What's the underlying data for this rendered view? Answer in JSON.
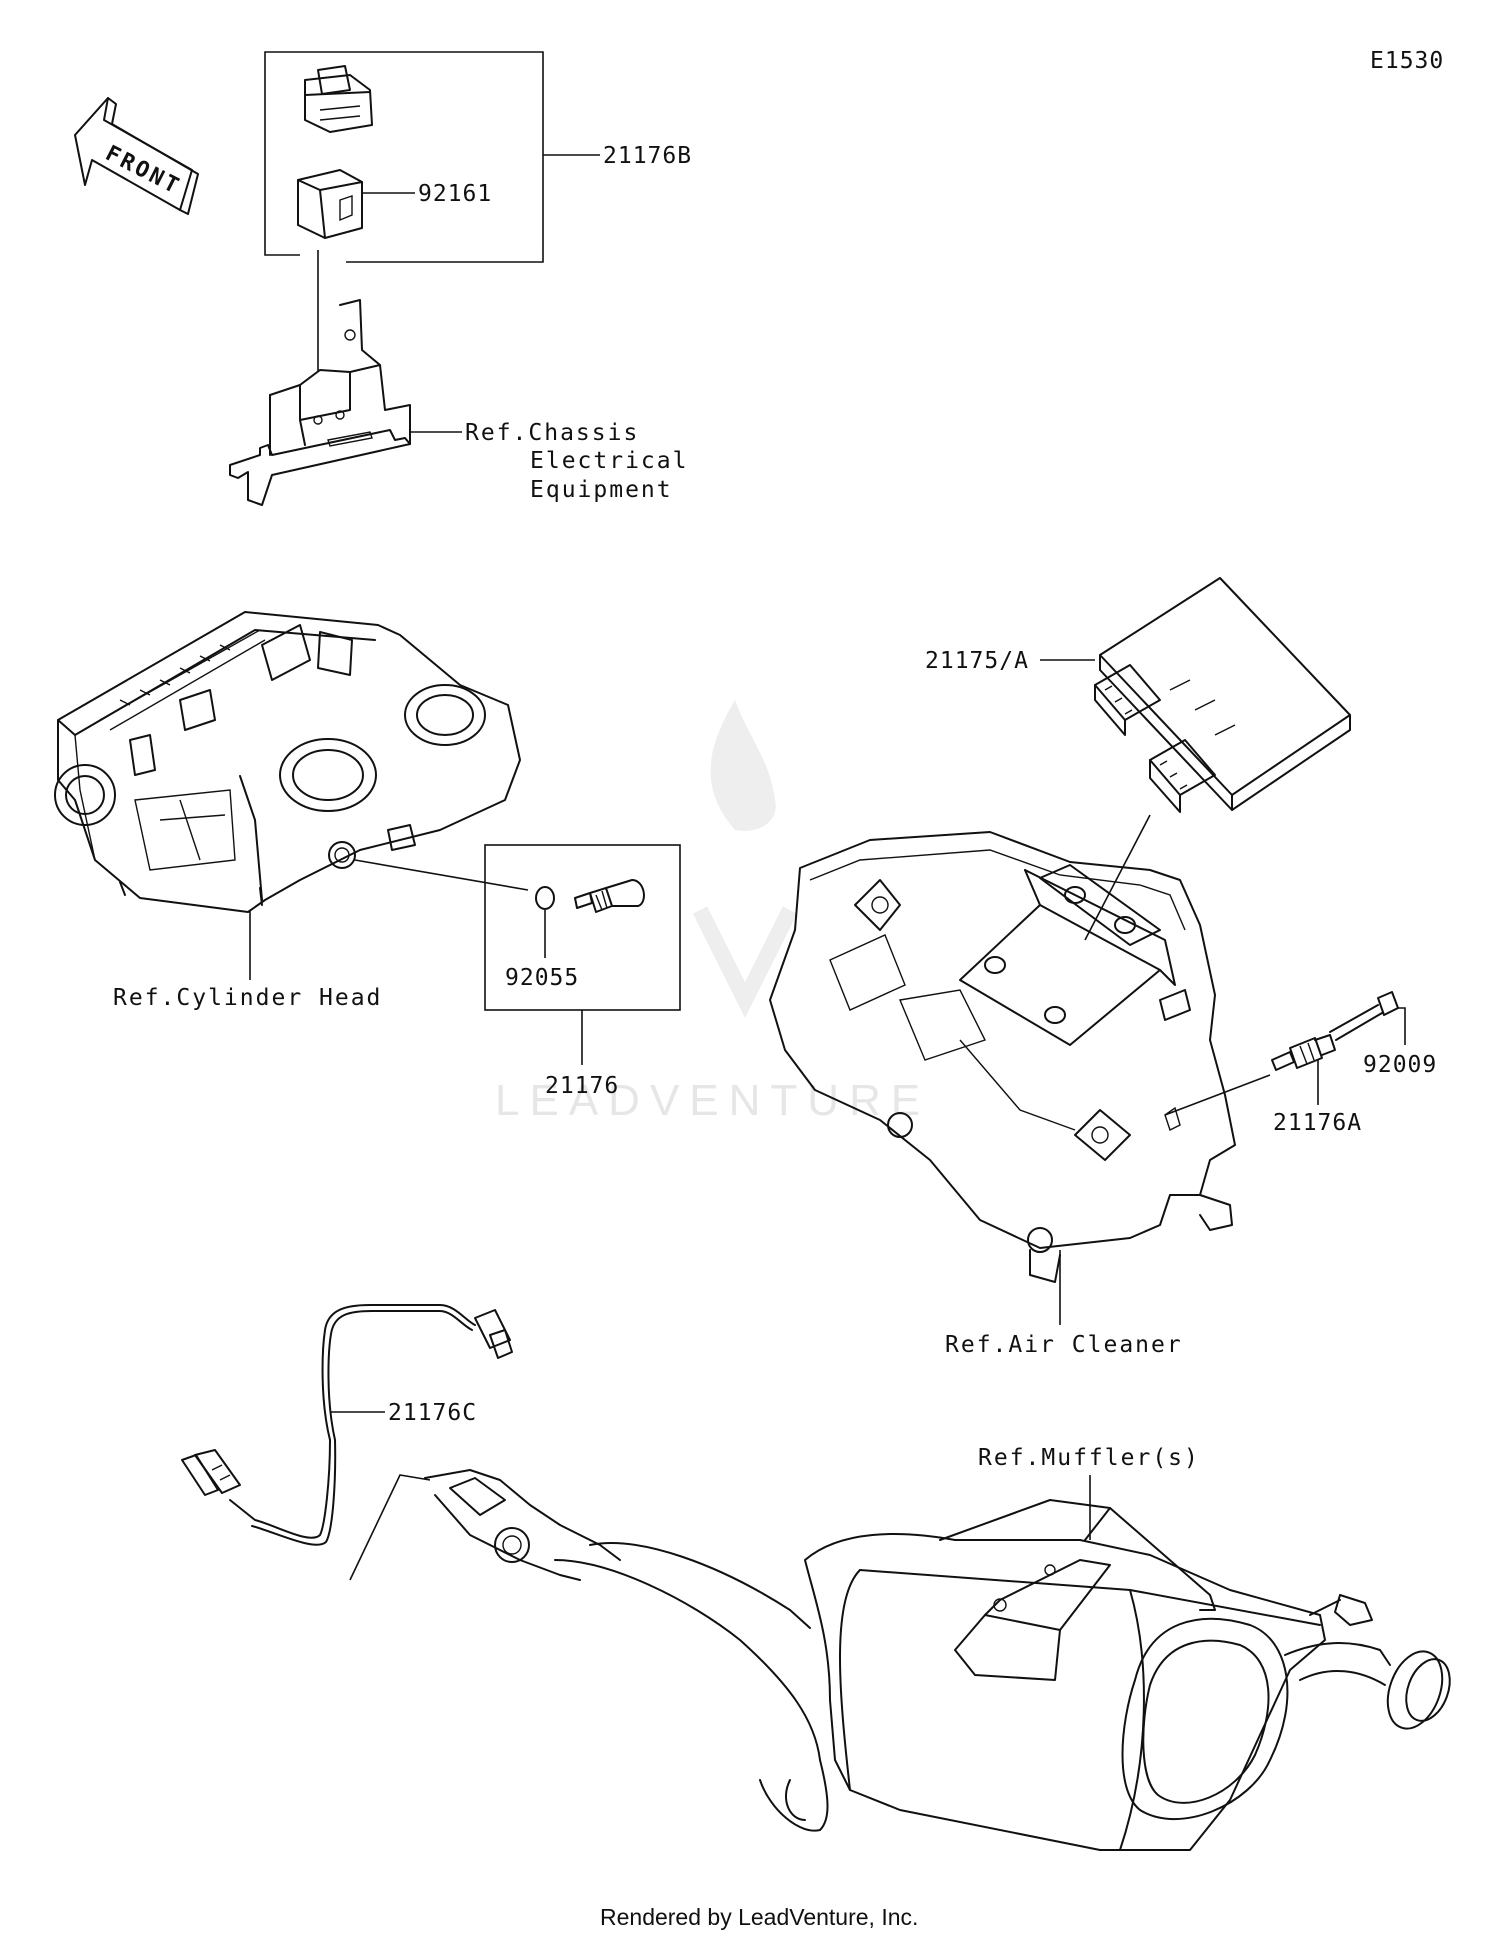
{
  "diagram_code": "E1530",
  "front_arrow_label": "FRONT",
  "watermark": "LEADVENTURE",
  "footer": "Rendered by LeadVenture, Inc.",
  "callouts": {
    "relay_assy": "21176B",
    "relay": "92161",
    "ref_chassis_1": "Ref.Chassis",
    "ref_chassis_2": "Electrical",
    "ref_chassis_3": "Equipment",
    "ecu": "21175/A",
    "gasket": "92055",
    "temp_sensor": "21176",
    "ref_cylinder_head": "Ref.Cylinder Head",
    "bolt": "92009",
    "intake_sensor": "21176A",
    "ref_air_cleaner": "Ref.Air Cleaner",
    "o2_sensor": "21176C",
    "ref_muffler": "Ref.Muffler(s)"
  }
}
